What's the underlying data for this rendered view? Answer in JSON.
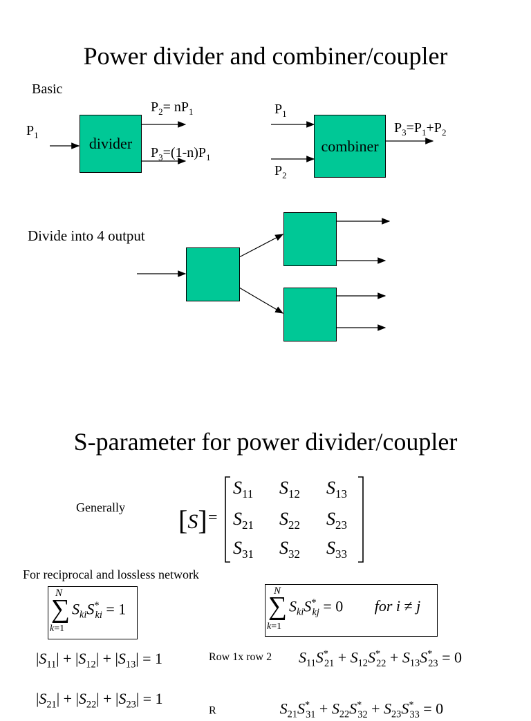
{
  "slide1": {
    "title": "Power divider and combiner/coupler",
    "basic": "Basic",
    "divider_label": "divider",
    "combiner_label": "combiner",
    "divide_into_4": "Divide into 4 output",
    "box_color": "#00c896"
  },
  "slide2": {
    "title": "S-parameter for power divider/coupler",
    "generally": "Generally",
    "reciprocal": "For reciprocal and lossless network",
    "row1x2": "Row 1x row 2"
  }
}
